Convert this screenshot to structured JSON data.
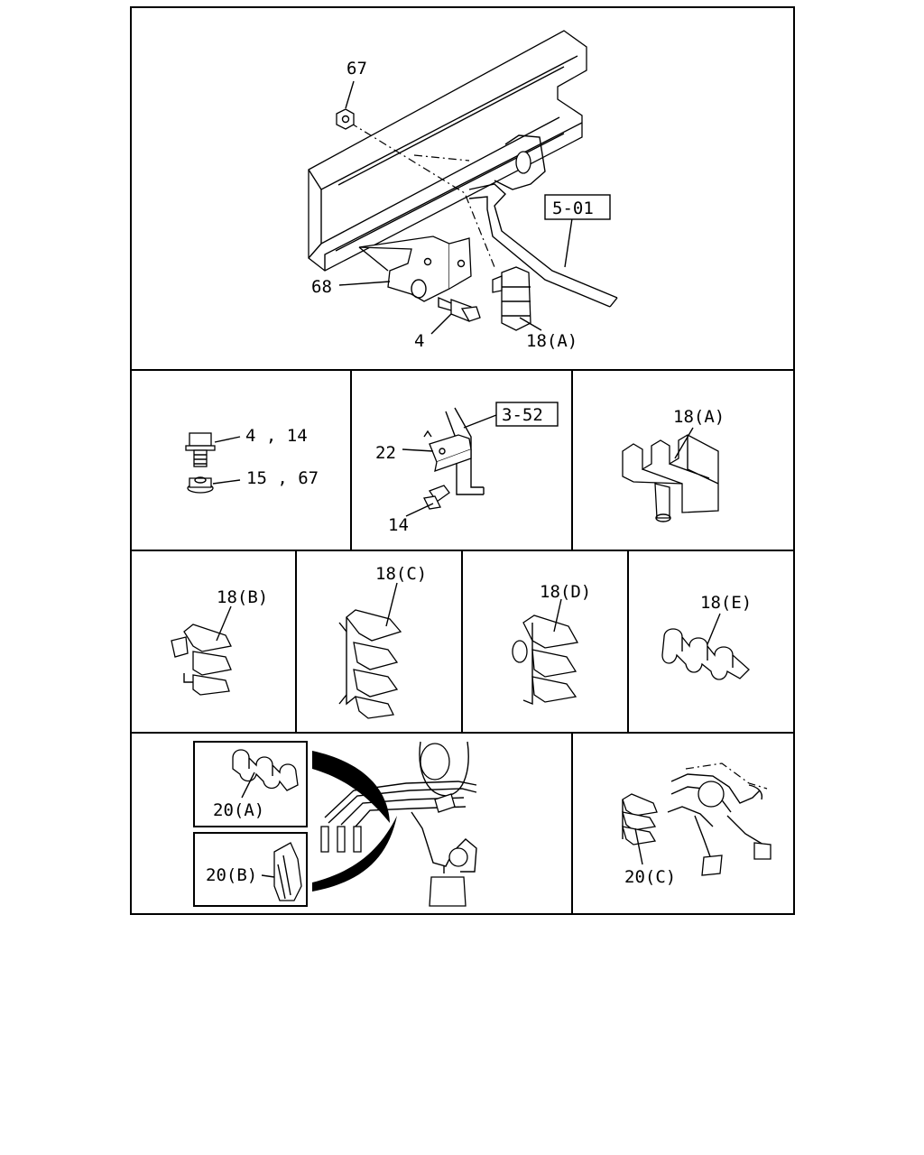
{
  "labels": {
    "p67": "67",
    "ref_5_01": "5-01",
    "p68": "68",
    "p4": "4",
    "p18a_top": "18(A)",
    "bolt_nos": "4 , 14",
    "nut_nos": "15 , 67",
    "ref_3_52": "3-52",
    "p22": "22",
    "p14": "14",
    "p18a": "18(A)",
    "p18b": "18(B)",
    "p18c": "18(C)",
    "p18d": "18(D)",
    "p18e": "18(E)",
    "p20a": "20(A)",
    "p20b": "20(B)",
    "p20c": "20(C)"
  }
}
